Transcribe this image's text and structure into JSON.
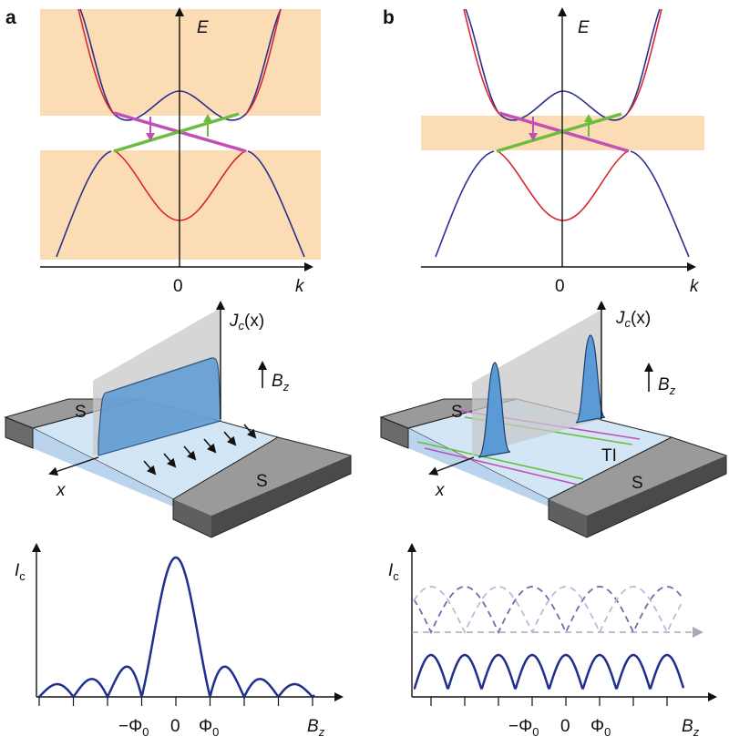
{
  "panels": {
    "a": {
      "letter": "a",
      "band": {
        "axis_energy": "E",
        "axis_momentum": "k",
        "origin": "0"
      },
      "junction": {
        "jc_label": "J",
        "jc_sub": "c",
        "jc_arg": "(x)",
        "field_label": "B",
        "field_sub": "z",
        "superconductor_left": "S",
        "superconductor_right": "S",
        "axis_x": "x"
      },
      "pattern": {
        "y_label": "I",
        "y_sub": "c",
        "x_label": "B",
        "x_sub": "z",
        "tick_neg": "−Φ",
        "tick_neg_sub": "0",
        "tick_zero": "0",
        "tick_pos": "Φ",
        "tick_pos_sub": "0"
      }
    },
    "b": {
      "letter": "b",
      "band": {
        "axis_energy": "E",
        "axis_momentum": "k",
        "origin": "0"
      },
      "junction": {
        "jc_label": "J",
        "jc_sub": "c",
        "jc_arg": "(x)",
        "field_label": "B",
        "field_sub": "z",
        "superconductor_left": "S",
        "superconductor_right": "S",
        "material": "TI",
        "axis_x": "x"
      },
      "pattern": {
        "y_label": "I",
        "y_sub": "c",
        "x_label": "B",
        "x_sub": "z",
        "tick_neg": "−Φ",
        "tick_neg_sub": "0",
        "tick_zero": "0",
        "tick_pos": "Φ",
        "tick_pos_sub": "0"
      }
    }
  },
  "colors": {
    "bulk_band_fill": "#fbdcb4",
    "conduction_band": "#d8262f",
    "valence_band": "#2a2f8f",
    "edge_state_down": "#c24fb5",
    "edge_state_up": "#6cbd3c",
    "current_fill": "#5b9bd5",
    "barrier_fill": "#d3e6f5",
    "superconductor_top": "#9a9a9a",
    "superconductor_side": "#5f5f5f",
    "pattern_line": "#1f2f8f"
  }
}
